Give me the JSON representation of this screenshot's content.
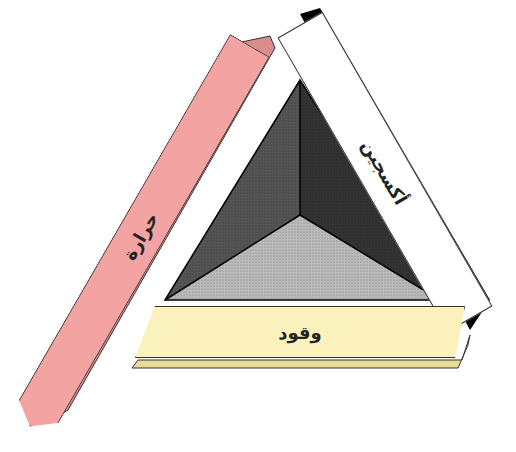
{
  "diagram": {
    "nodes": [
      {
        "text": [
          "حرارة"
        ]
      },
      {
        "text": [
          "أكسجين"
        ]
      },
      {
        "text": [
          "وقود"
        ]
      }
    ]
  }
}
